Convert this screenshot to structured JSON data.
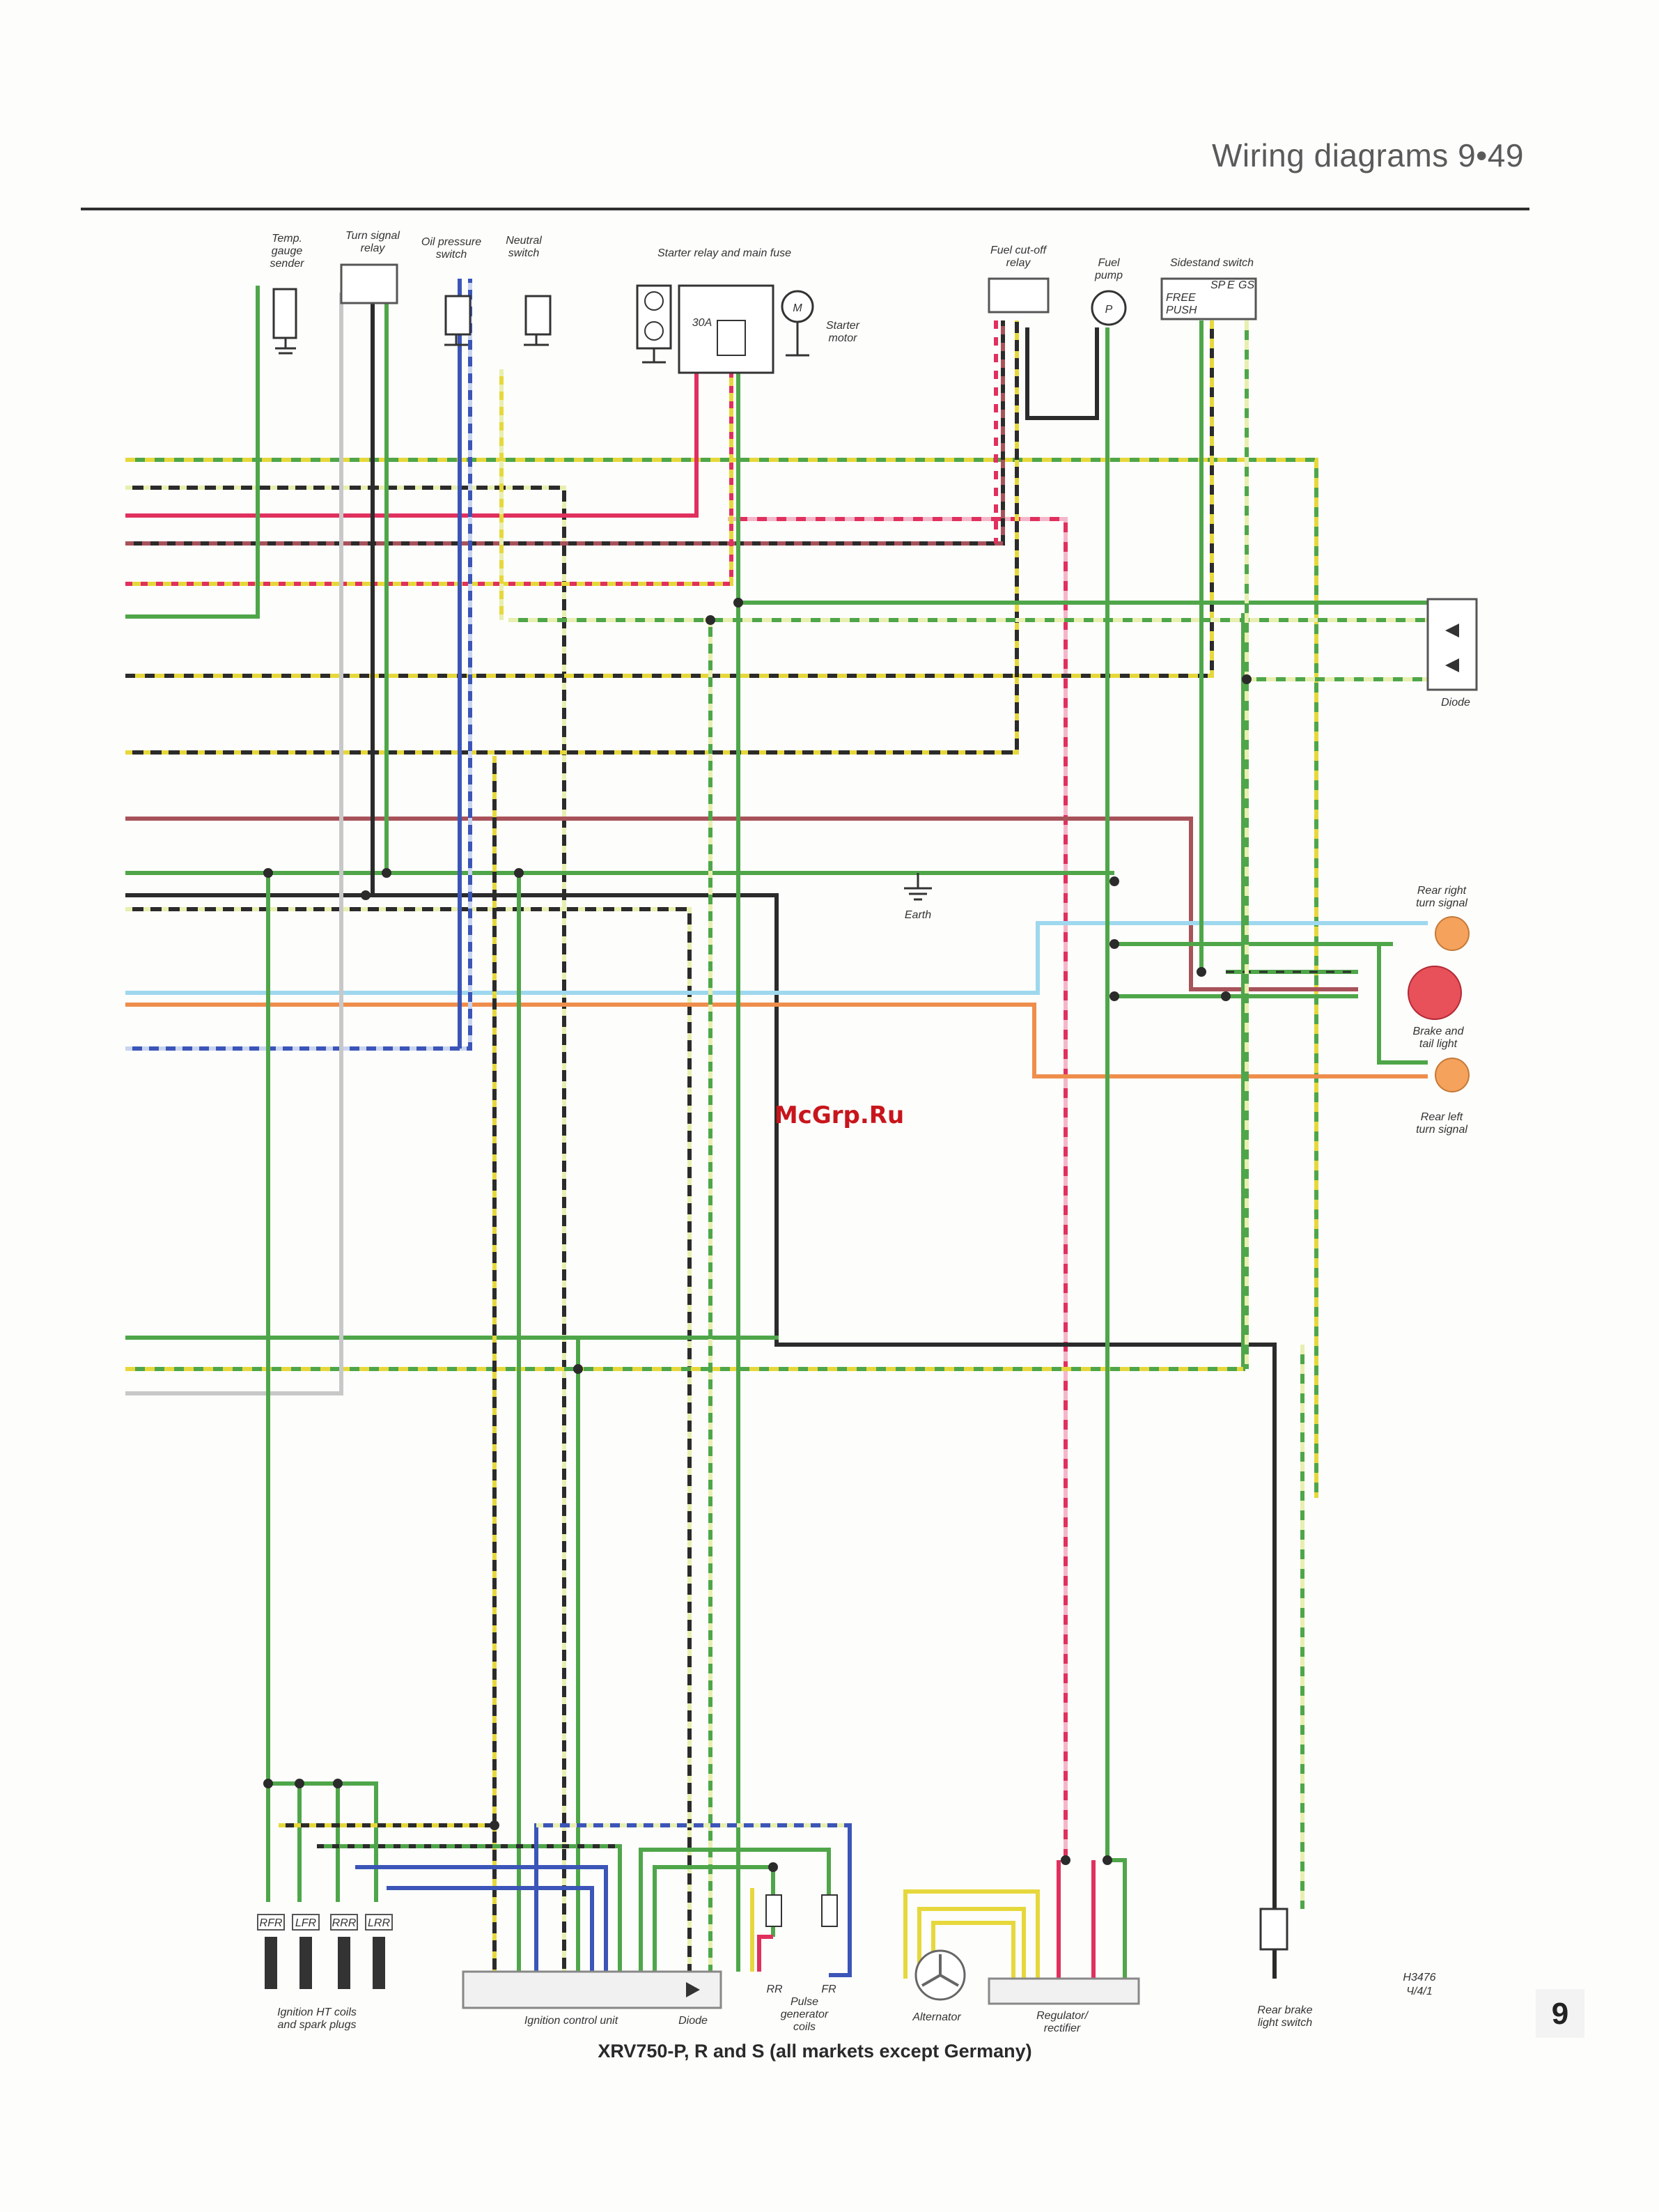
{
  "header": {
    "text": "Wiring diagrams  9•49"
  },
  "watermark": "McGrp.Ru",
  "caption": "XRV750-P, R and S (all markets except Germany)",
  "tab_number": "9",
  "small_ref": [
    "H3476",
    "Ч/4/1"
  ],
  "labels": {
    "temp_gauge_sender": [
      "Temp.",
      "gauge",
      "sender"
    ],
    "turn_signal_relay": [
      "Turn signal",
      "relay"
    ],
    "oil_pressure_switch": [
      "Oil pressure",
      "switch"
    ],
    "neutral_switch": [
      "Neutral",
      "switch"
    ],
    "starter_relay": "Starter relay and main fuse",
    "starter_motor": [
      "Starter",
      "motor"
    ],
    "fuse_rating": "30A",
    "motor_symbol": "M",
    "fuel_cutoff_relay": [
      "Fuel cut-off",
      "relay"
    ],
    "fuel_pump": [
      "Fuel",
      "pump"
    ],
    "pump_symbol": "P",
    "sidestand_switch": "Sidestand switch",
    "sidestand_table": [
      "SP",
      "E",
      "GS",
      "FREE",
      "PUSH"
    ],
    "diode_right": "Diode",
    "rear_right_turn": [
      "Rear right",
      "turn signal"
    ],
    "earth": "Earth",
    "brake_tail": [
      "Brake and",
      "tail light"
    ],
    "rear_left_turn": [
      "Rear left",
      "turn signal"
    ],
    "coil_labels": [
      "RFR",
      "LFR",
      "RRR",
      "LRR"
    ],
    "ignition_coils": [
      "Ignition HT coils",
      "and spark plugs"
    ],
    "ignition_control_unit": "Ignition control unit",
    "diode_bottom": "Diode",
    "pulse_rr": "RR",
    "pulse_fr": "FR",
    "pulse_generator": [
      "Pulse",
      "generator",
      "coils"
    ],
    "alternator": "Alternator",
    "regulator": [
      "Regulator/",
      "rectifier"
    ],
    "rear_brake_switch": [
      "Rear brake",
      "light switch"
    ]
  },
  "colors": {
    "green": "#4fa64a",
    "yellow": "#e6d83c",
    "black": "#2b2b2b",
    "red": "#e0305e",
    "brown": "#a8525a",
    "blue": "#3b55b8",
    "lightblue": "#9ed8ee",
    "orange": "#ef8e4c",
    "grey": "#c8c8c8",
    "pale": "#e8efb0"
  }
}
